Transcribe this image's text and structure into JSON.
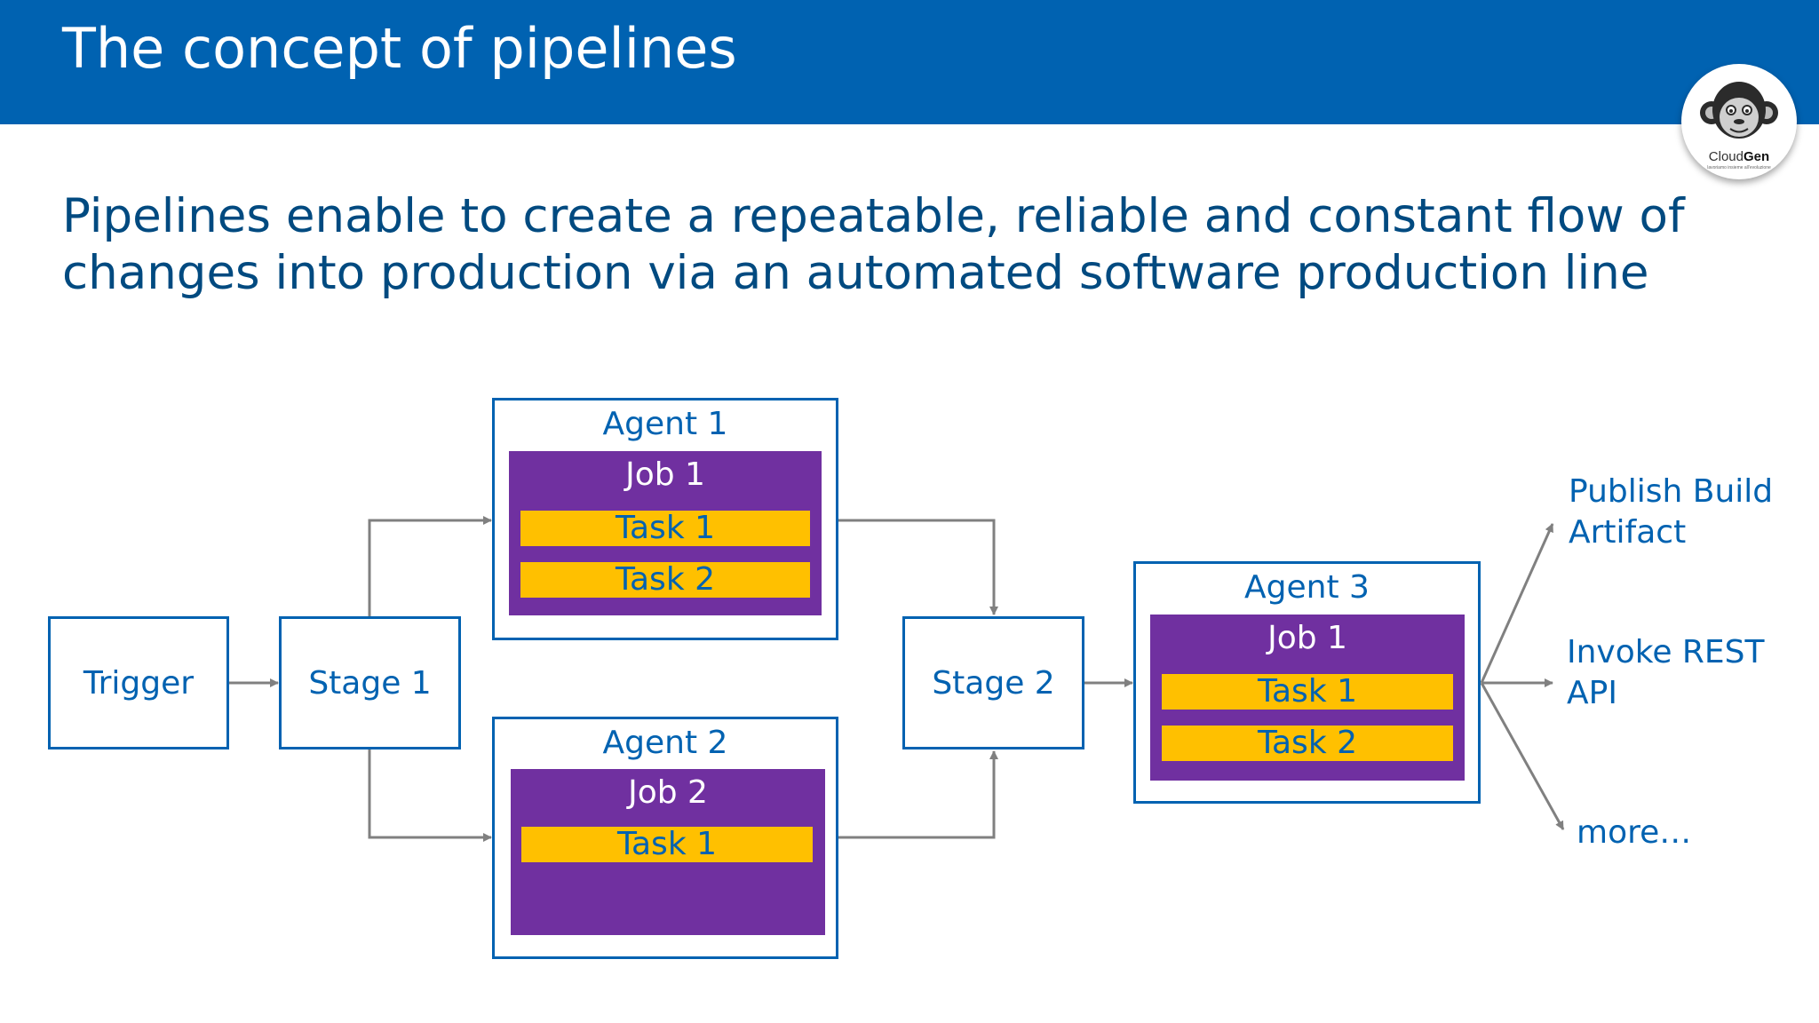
{
  "header": {
    "title": "The concept of pipelines"
  },
  "logo": {
    "brand_light": "Cloud",
    "brand_bold": "Gen",
    "tagline": "lavoriamo insieme all'evoluzione"
  },
  "subtitle": {
    "line1": "Pipelines enable to create a repeatable, reliable and constant flow of",
    "line2": "changes into production via an automated software production line"
  },
  "diagram": {
    "trigger": "Trigger",
    "stage1": "Stage 1",
    "stage2": "Stage 2",
    "agent1": {
      "title": "Agent 1",
      "job": "Job 1",
      "tasks": [
        "Task 1",
        "Task 2"
      ]
    },
    "agent2": {
      "title": "Agent 2",
      "job": "Job 2",
      "tasks": [
        "Task 1"
      ]
    },
    "agent3": {
      "title": "Agent 3",
      "job": "Job 1",
      "tasks": [
        "Task 1",
        "Task 2"
      ]
    },
    "outputs": {
      "publish_line1": "Publish Build",
      "publish_line2": "Artifact",
      "invoke_line1": "Invoke REST",
      "invoke_line2": "API",
      "more": "more…"
    }
  },
  "colors": {
    "header_bg": "#0062b1",
    "box_border": "#0062b1",
    "job_bg": "#7030a0",
    "task_bg": "#ffc000",
    "text_blue": "#0062b1",
    "connector": "#808080"
  }
}
